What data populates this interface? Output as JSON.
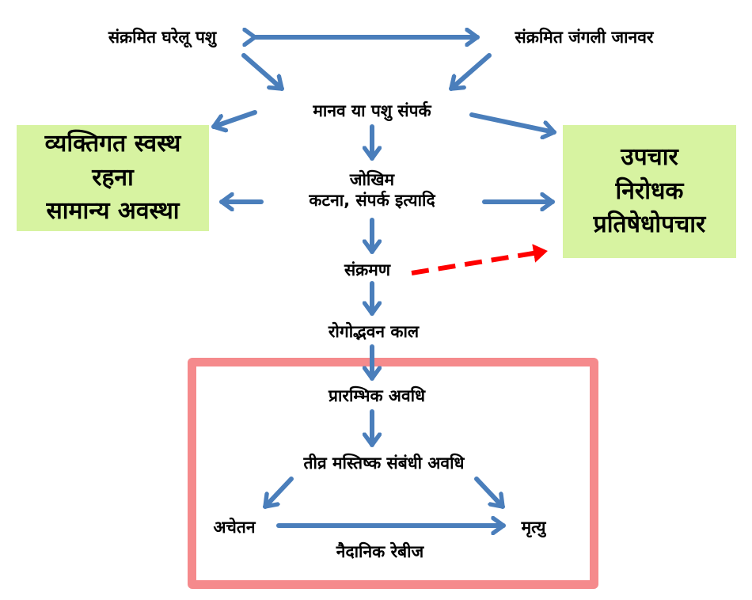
{
  "nodes": {
    "infected_domestic": "संक्रमित घरेलू पशु",
    "infected_wild": "संक्रमित जंगली जानवर",
    "contact": "मानव या पशु संपर्क",
    "risk_title": "जोखिम",
    "risk_detail": "कटना, संपर्क इत्यादि",
    "infection": "संक्रमण",
    "incubation": "रोगोद्भवन काल",
    "prodromal": "प्रारम्भिक अवधि",
    "acute_neuro": "तीव्र मस्तिष्क संबंधी अवधि",
    "coma": "अचेतन",
    "death": "मृत्यु",
    "clinical_rabies": "नैदानिक रेबीज"
  },
  "left_box": {
    "lines": [
      "व्यक्तिगत स्वस्थ",
      "रहना",
      "सामान्य अवस्था"
    ]
  },
  "right_box": {
    "lines": [
      "उपचार",
      "निरोधक",
      "प्रतिषेधोपचार"
    ]
  },
  "colors": {
    "arrow": "#4a7ebb",
    "dashed_arrow": "#ff0000",
    "green_box": "#d7f3a1",
    "frame": "#f58a8c"
  }
}
